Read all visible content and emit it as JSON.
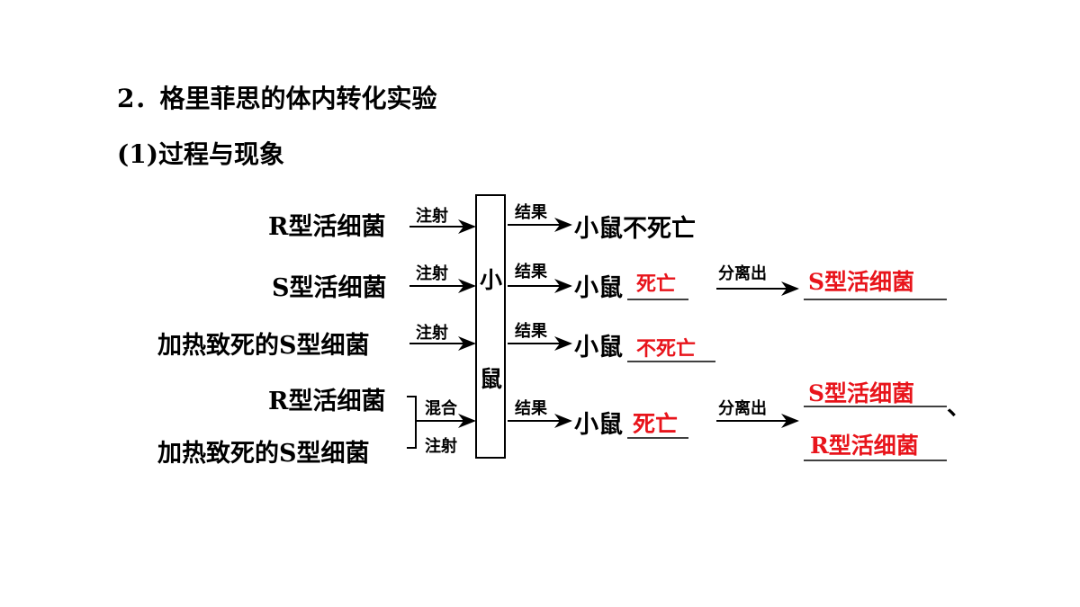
{
  "heading": {
    "section": "2．格里菲思的体内转化实验",
    "subsection": "(1)过程与现象"
  },
  "sources": {
    "r_live": "R型活细菌",
    "s_live": "S型活细菌",
    "s_heat_killed": "加热致死的S型细菌",
    "mix_r_live": "R型活细菌",
    "mix_s_heat_killed": "加热致死的S型细菌"
  },
  "edge_labels": {
    "inject": "注射",
    "mix": "混合",
    "result": "结果",
    "separate": "分离出"
  },
  "box": {
    "char1": "小",
    "char2": "鼠"
  },
  "results": {
    "row1_text": "小鼠不死亡",
    "mouse": "小鼠",
    "row2_fill": "死亡",
    "row2_separated": "S型活细菌",
    "row3_fill": "不死亡",
    "row4_fill": "死亡",
    "row4_separated_1": "S型活细菌",
    "row4_separator": "、",
    "row4_separated_2": "R型活细菌"
  },
  "colors": {
    "answer": "#e8141b",
    "text": "#000000"
  }
}
